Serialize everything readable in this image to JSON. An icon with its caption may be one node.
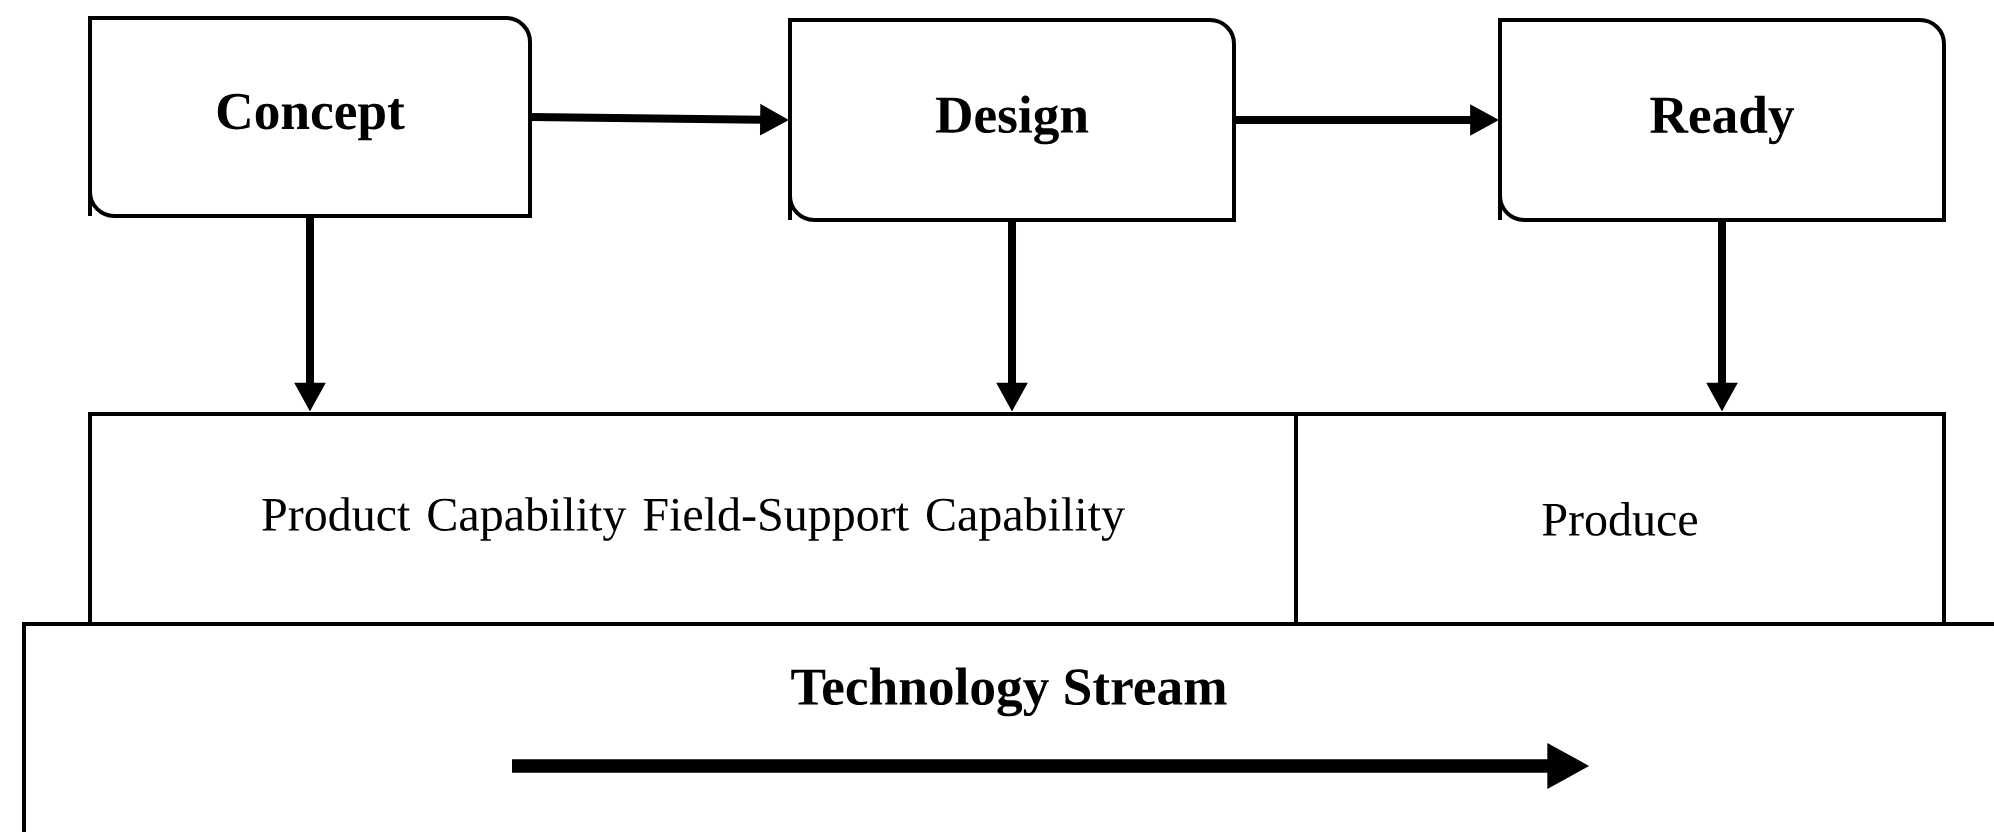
{
  "diagram": {
    "nodes": [
      {
        "text": [
          "Concept"
        ]
      },
      {
        "text": [
          "Design"
        ]
      },
      {
        "text": [
          "Ready"
        ]
      },
      {
        "text": [
          "Product Capability Field-Support Capability"
        ]
      },
      {
        "text": [
          "Produce"
        ]
      },
      {
        "text": [
          "Technology Stream"
        ]
      }
    ],
    "edges": [
      {
        "from": 0,
        "to": 1,
        "arrow": "to"
      },
      {
        "from": 1,
        "to": 2,
        "arrow": "to"
      },
      {
        "from": 0,
        "to": 3,
        "arrow": "to"
      },
      {
        "from": 1,
        "to": 3,
        "arrow": "to"
      },
      {
        "from": 2,
        "to": 4,
        "arrow": "to"
      }
    ]
  }
}
